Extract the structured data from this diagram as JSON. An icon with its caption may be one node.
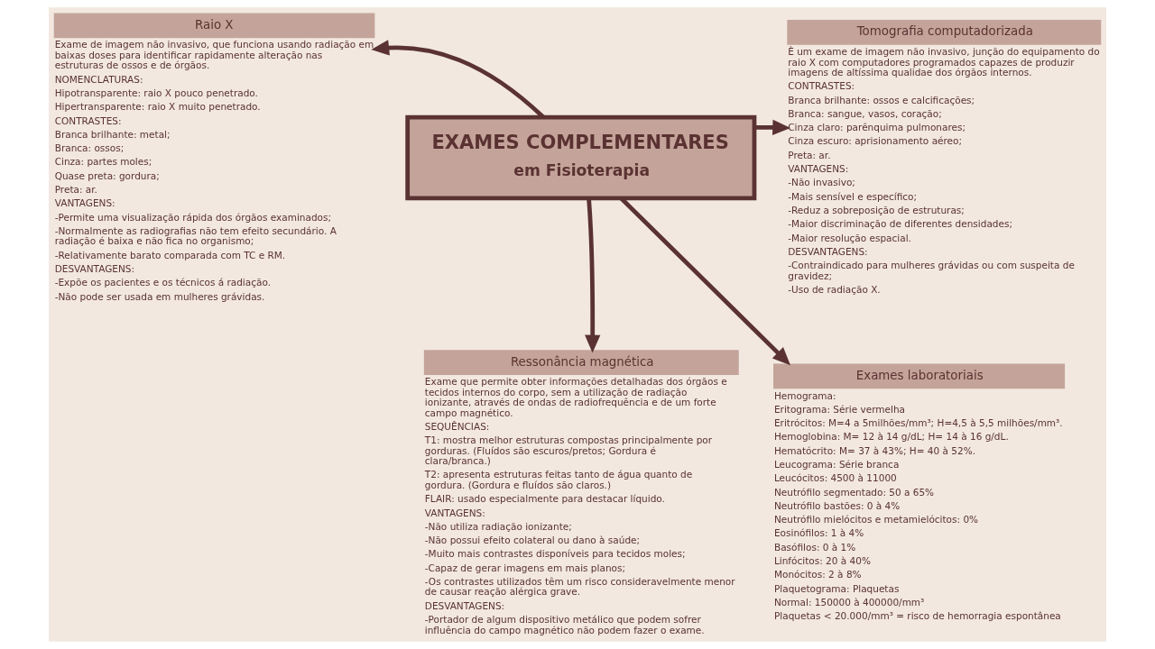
{
  "diagram": {
    "nodes": [
      {
        "text": [
          "EXAMES COMPLEMENTARES",
          "em Fisioterapia"
        ]
      },
      {
        "text": [
          "Raio X"
        ],
        "beside": [
          "Exame de imagem não invasivo, que funciona usando radiação em baixas doses para identificar rapidamente alteração nas estruturas de ossos e de órgãos.",
          "NOMENCLATURAS:",
          "Hipotransparente: raio X pouco penetrado.",
          "Hipertransparente: raio X muito penetrado.",
          "CONTRASTES:",
          "Branca brilhante: metal;",
          "Branca: ossos;",
          "Cinza: partes moles;",
          "Quase preta: gordura;",
          "Preta: ar.",
          "VANTAGENS:",
          "-Permite uma visualização rápida dos órgãos examinados;",
          "-Normalmente as radiografias não tem efeito secundário. A radiação é baixa e não fica no organismo;",
          "-Relativamente barato comparada com TC e RM.",
          "DESVANTAGENS:",
          "-Expõe os pacientes e os técnicos á radiação.",
          "-Não pode ser usada em mulheres grávidas."
        ]
      },
      {
        "text": [
          "Tomografia computadorizada"
        ],
        "beside": [
          "È um exame de imagem não invasivo, junção do equipamento do raio X com computadores programados capazes de produzir imagens de altíssima qualidae dos órgãos internos.",
          "CONTRASTES:",
          "Branca brilhante: ossos e calcificações;",
          "Branca: sangue, vasos, coração;",
          "Cinza claro: parênquima pulmonares;",
          "Cinza escuro: aprisionamento aéreo;",
          "Preta: ar.",
          "VANTAGENS:",
          "-Não invasivo;",
          "-Mais sensível e específico;",
          "-Reduz a sobreposição de estruturas;",
          "-Maior discriminação de diferentes densidades;",
          "-Maior resolução espacial.",
          "DESVANTAGENS:",
          "-Contraindicado para mulheres grávidas ou com suspeita de gravidez;",
          "-Uso de radiação X."
        ]
      },
      {
        "text": [
          "Ressonância magnética"
        ],
        "beside": [
          "Exame que permite obter informações detalhadas dos órgãos e tecidos internos do corpo, sem a utilização de radiação ionizante, através de ondas de radiofrequência e de um forte campo magnético.",
          "SEQUÊNCIAS:",
          "T1: mostra melhor estruturas compostas principalmente por gorduras. (Fluídos são escuros/pretos; Gordura é clara/branca.)",
          "T2: apresenta estruturas feitas tanto de água quanto de gordura. (Gordura e fluídos são claros.)",
          "FLAIR: usado especialmente para destacar líquido.",
          "VANTAGENS:",
          "-Não utiliza radiação ionizante;",
          "-Não possui efeito colateral ou dano à saúde;",
          "-Muito mais contrastes disponíveis para tecidos moles;",
          "-Capaz de gerar imagens em mais planos;",
          "-Os contrastes utilizados têm um risco consideravelmente menor de causar reação alérgica grave.",
          "DESVANTAGENS:",
          "-Portador de algum dispositivo metálico que podem sofrer influência do campo magnético não podem fazer o exame."
        ]
      },
      {
        "text": [
          "Exames laboratoriais"
        ],
        "beside": [
          "Hemograma:",
          "Eritograma: Série vermelha",
          "Eritrócitos: M=4 a 5milhões/mm³; H=4,5 à 5,5 milhões/mm³.",
          "Hemoglobina: M= 12 à 14 g/dL; H= 14 à 16 g/dL.",
          "Hematócrito: M= 37 à 43%; H= 40 à 52%.",
          "Leucograma: Série branca",
          "Leucócitos: 4500 à 11000",
          "Neutrófilo segmentado: 50 a 65%",
          "Neutrófilo bastões: 0 à 4%",
          "Neutrófilo mielócitos e metamielócitos: 0%",
          "Eosinófilos: 1 à 4%",
          "Basófilos: 0 à 1%",
          "Linfócitos: 20 à 40%",
          "Monócitos: 2 à 8%",
          "Plaquetograma: Plaquetas",
          "Normal: 150000 à 400000/mm³",
          "Plaquetas < 20.000/mm³ = risco de hemorragia espontânea"
        ]
      }
    ],
    "edges": [
      {
        "from": 0,
        "to": 1,
        "arrow": "to"
      },
      {
        "from": 0,
        "to": 2,
        "arrow": "to"
      },
      {
        "from": 0,
        "to": 3,
        "arrow": "to"
      },
      {
        "from": 0,
        "to": 4,
        "arrow": "to"
      }
    ]
  }
}
